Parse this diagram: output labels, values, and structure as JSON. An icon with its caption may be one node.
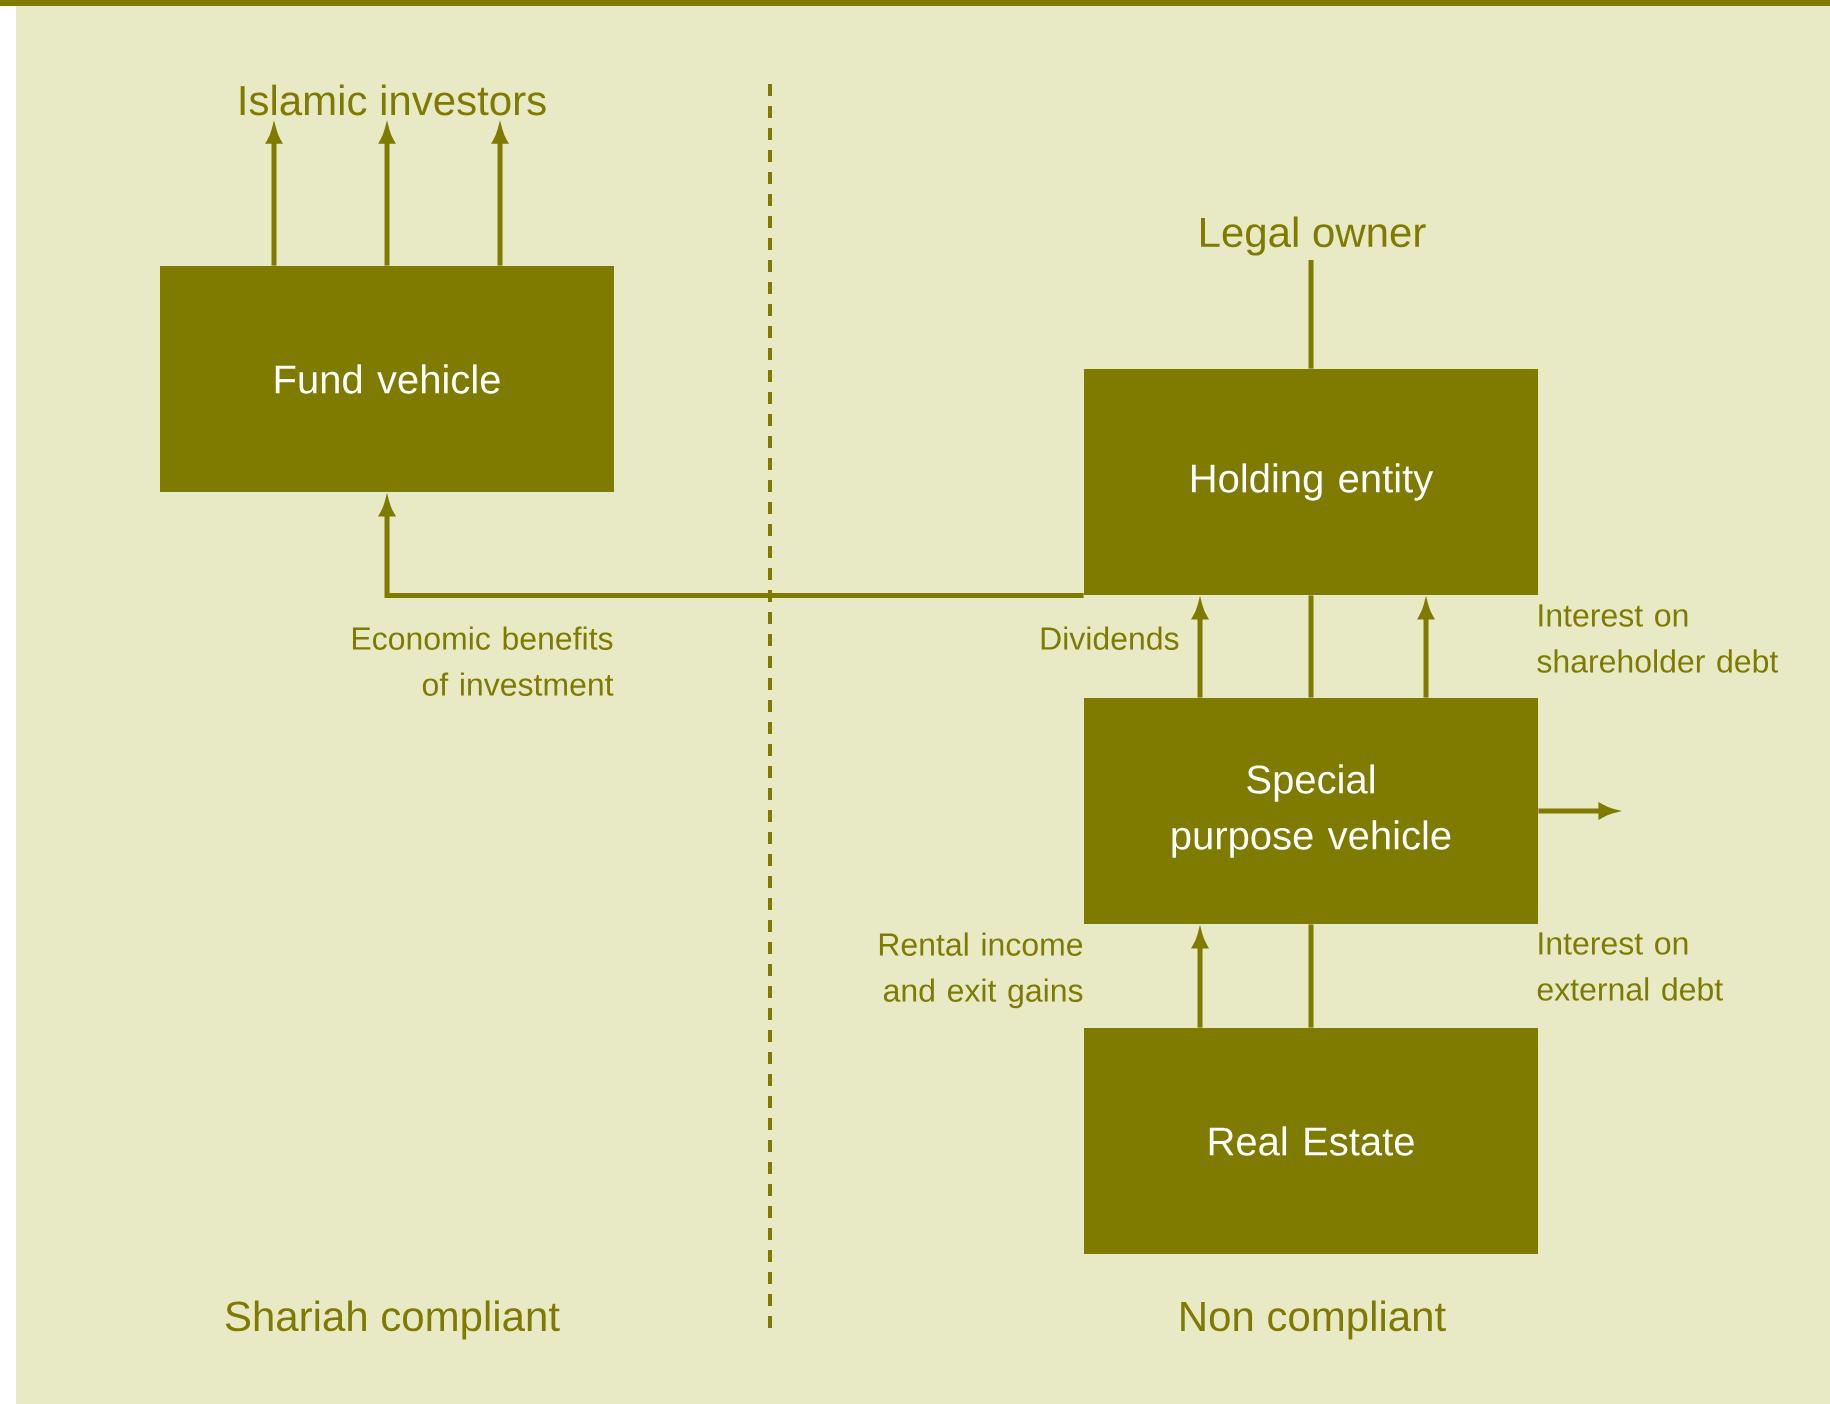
{
  "diagram": {
    "nodes": [
      {
        "text": [
          "Islamic investors"
        ]
      },
      {
        "text": [
          "Fund vehicle"
        ]
      },
      {
        "text": [
          "Legal owner"
        ]
      },
      {
        "text": [
          "Holding entity"
        ]
      },
      {
        "text": [
          "Special purpose vehicle"
        ]
      },
      {
        "text": [
          "Real Estate"
        ]
      }
    ],
    "edges": [
      {
        "from": 1,
        "to": 0,
        "arrow": "to"
      },
      {
        "from": 1,
        "to": 0,
        "arrow": "to"
      },
      {
        "from": 1,
        "to": 0,
        "arrow": "to"
      },
      {
        "from": 3,
        "to": 2,
        "arrow": "none"
      },
      {
        "from": 3,
        "to": 1,
        "arrow": "to",
        "label": "Economic benefits of investment"
      },
      {
        "from": 4,
        "to": 3,
        "arrow": "to",
        "label": "Dividends"
      },
      {
        "from": 4,
        "to": 3,
        "arrow": "none"
      },
      {
        "from": 4,
        "to": 3,
        "arrow": "to",
        "label": "Interest on shareholder debt"
      },
      {
        "from": 4,
        "to": null,
        "arrow": "to",
        "label": "Interest on external debt"
      },
      {
        "from": 5,
        "to": 4,
        "arrow": "to",
        "label": "Rental income and exit gains"
      },
      {
        "from": 5,
        "to": 4,
        "arrow": "none"
      }
    ],
    "labels": [
      "Shariah compliant",
      "Non compliant"
    ]
  }
}
